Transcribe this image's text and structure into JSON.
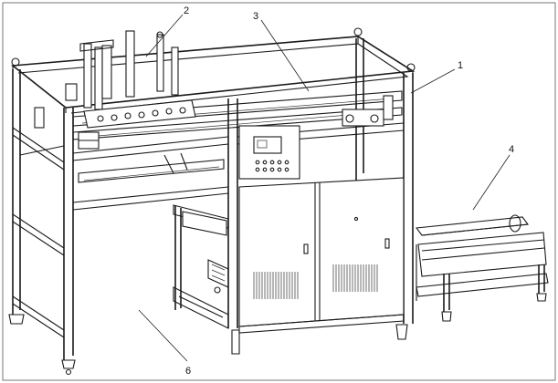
{
  "figure": {
    "callouts": [
      {
        "id": "1",
        "label": "1"
      },
      {
        "id": "2",
        "label": "2"
      },
      {
        "id": "3",
        "label": "3"
      },
      {
        "id": "4",
        "label": "4"
      },
      {
        "id": "6",
        "label": "6"
      }
    ]
  }
}
